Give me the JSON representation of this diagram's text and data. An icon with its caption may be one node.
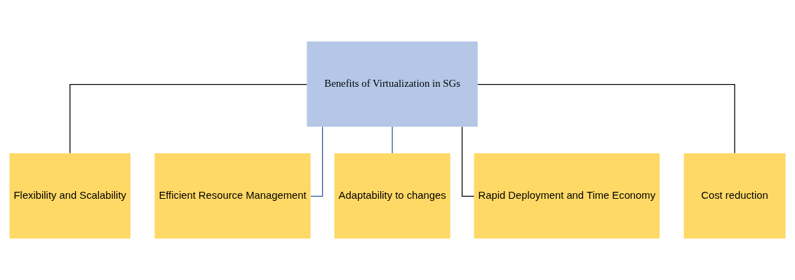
{
  "diagram": {
    "nodes": [
      {
        "text": [
          "Benefits of Virtualization in SGs"
        ]
      },
      {
        "text": [
          "Flexibility and Scalability"
        ]
      },
      {
        "text": [
          "Efficient Resource Management"
        ]
      },
      {
        "text": [
          "Adaptability to changes"
        ]
      },
      {
        "text": [
          "Rapid Deployment and Time Economy"
        ]
      },
      {
        "text": [
          "Cost reduction"
        ]
      }
    ],
    "edges": [
      {
        "from": 0,
        "to": 1,
        "arrow": "none"
      },
      {
        "from": 0,
        "to": 2,
        "arrow": "none",
        "color": "#2f5597"
      },
      {
        "from": 0,
        "to": 3,
        "arrow": "none",
        "color": "#2f5597"
      },
      {
        "from": 0,
        "to": 4,
        "arrow": "none"
      },
      {
        "from": 0,
        "to": 5,
        "arrow": "none"
      }
    ]
  }
}
